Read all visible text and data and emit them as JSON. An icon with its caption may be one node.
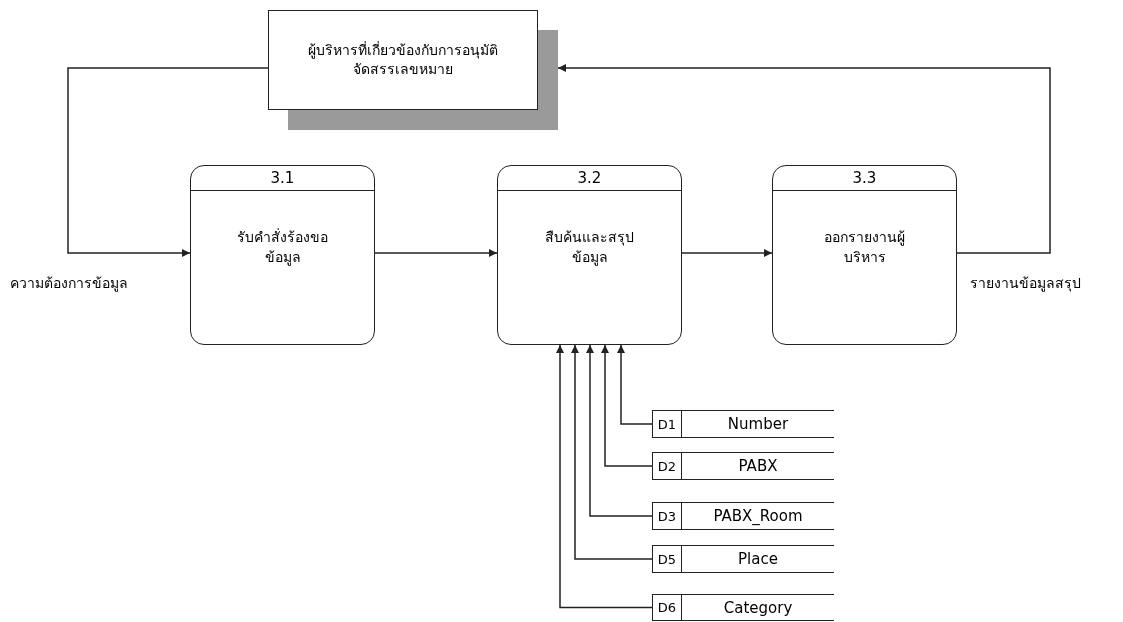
{
  "diagram": {
    "nodes": [
      {
        "text": [
          "ผู้บริหารที่เกี่ยวข้องกับการอนุมัติจัดสรรเลขหมาย"
        ]
      },
      {
        "text": [
          "3.1",
          "รับคำสั่งร้องขอข้อมูล"
        ]
      },
      {
        "text": [
          "3.2",
          "สืบค้นและสรุปข้อมูล"
        ]
      },
      {
        "text": [
          "3.3",
          "ออกรายงานผู้บริหาร"
        ]
      },
      {
        "text": [
          "D1",
          "Number"
        ]
      },
      {
        "text": [
          "D2",
          "PABX"
        ]
      },
      {
        "text": [
          "D3",
          "PABX_Room"
        ]
      },
      {
        "text": [
          "D5",
          "Place"
        ]
      },
      {
        "text": [
          "D6",
          "Category"
        ]
      }
    ],
    "edges": [
      {
        "from": 0,
        "to": 1,
        "arrow": "to",
        "label": "ความต้องการข้อมูล"
      },
      {
        "from": 1,
        "to": 2,
        "arrow": "to"
      },
      {
        "from": 2,
        "to": 3,
        "arrow": "to"
      },
      {
        "from": 3,
        "to": 0,
        "arrow": "to",
        "label": "รายงานข้อมูลสรุป"
      },
      {
        "from": 4,
        "to": 2,
        "arrow": "to"
      },
      {
        "from": 5,
        "to": 2,
        "arrow": "to"
      },
      {
        "from": 6,
        "to": 2,
        "arrow": "to"
      },
      {
        "from": 7,
        "to": 2,
        "arrow": "to"
      },
      {
        "from": 8,
        "to": 2,
        "arrow": "to"
      }
    ]
  }
}
